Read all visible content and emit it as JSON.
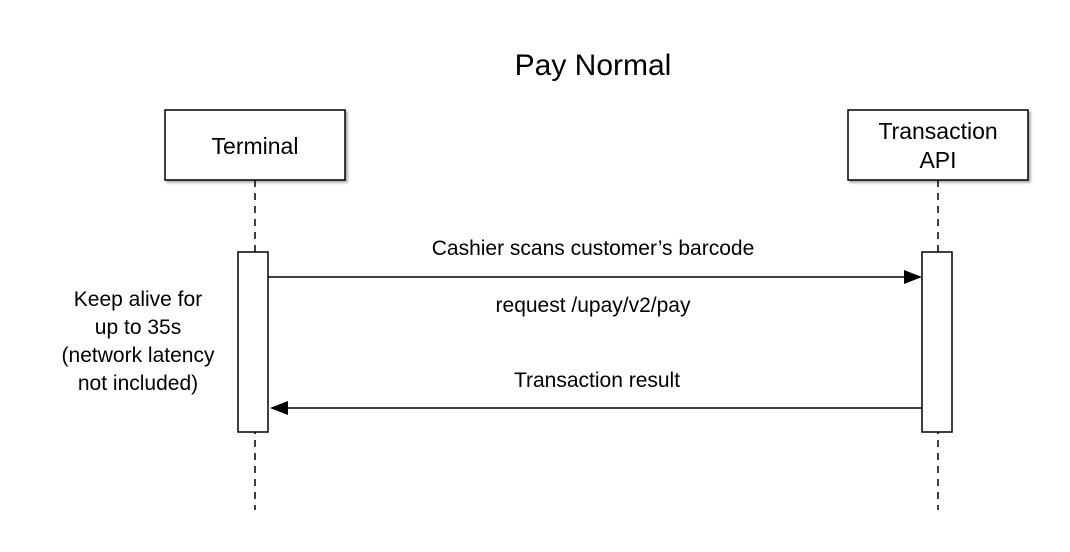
{
  "title": "Pay Normal",
  "participants": [
    {
      "id": "terminal",
      "lines": [
        "Terminal"
      ]
    },
    {
      "id": "transaction-api",
      "lines": [
        "Transaction",
        "API"
      ]
    }
  ],
  "messages": [
    {
      "from": "terminal",
      "to": "transaction-api",
      "label": "Cashier scans customer’s barcode",
      "sublabel": "request /upay/v2/pay"
    },
    {
      "from": "transaction-api",
      "to": "terminal",
      "label": "Transaction result"
    }
  ],
  "note": {
    "attached_to": "terminal",
    "lines": [
      "Keep alive for",
      "up to 35s",
      "(network latency",
      "not included)"
    ]
  }
}
